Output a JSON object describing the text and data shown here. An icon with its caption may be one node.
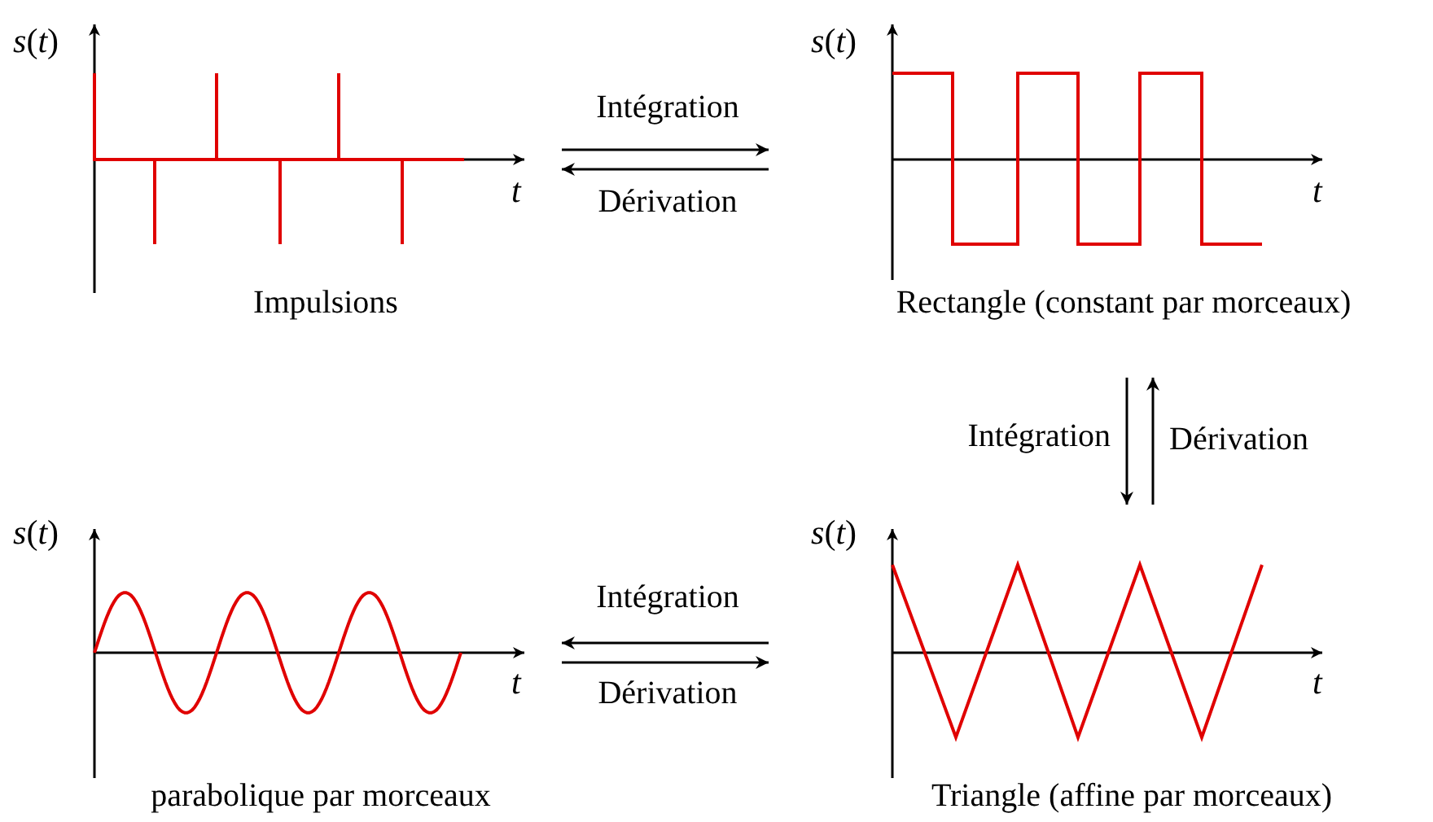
{
  "diagram": {
    "nodes": [
      {
        "text": [
          "Impulsions"
        ]
      },
      {
        "text": [
          "Rectangle (constant par morceaux)"
        ]
      },
      {
        "text": [
          "parabolique par morceaux"
        ]
      },
      {
        "text": [
          "Triangle (affine par morceaux)"
        ]
      }
    ],
    "edges": [
      {
        "from": 0,
        "to": 1,
        "arrow": "to",
        "label": "Intégration"
      },
      {
        "from": 1,
        "to": 0,
        "arrow": "to",
        "label": "Dérivation"
      },
      {
        "from": 1,
        "to": 3,
        "arrow": "to",
        "label": "Intégration"
      },
      {
        "from": 3,
        "to": 1,
        "arrow": "to",
        "label": "Dérivation"
      },
      {
        "from": 3,
        "to": 2,
        "arrow": "to",
        "label": "Intégration"
      },
      {
        "from": 2,
        "to": 3,
        "arrow": "to",
        "label": "Dérivation"
      }
    ],
    "labels": [
      "*s*(*t*)",
      "*t*",
      "*s*(*t*)",
      "*t*",
      "*s*(*t*)",
      "*t*",
      "*s*(*t*)",
      "*t*"
    ]
  }
}
